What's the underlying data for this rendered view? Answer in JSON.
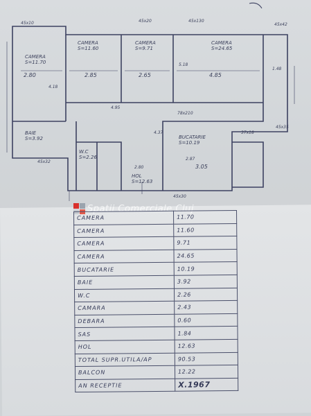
{
  "watermark": {
    "text": "Spatii Comerciale Cluj",
    "logo_colors": [
      "#d9302c",
      "#9aa3ad",
      "#c8ccd1",
      "#e25a4b"
    ]
  },
  "plan": {
    "rooms": [
      {
        "name": "CAMERA",
        "area": "S=11.70"
      },
      {
        "name": "CAMERA",
        "area": "S=11.60"
      },
      {
        "name": "CAMERA",
        "area": "S=9.71"
      },
      {
        "name": "CAMERA",
        "area": "S=24.65"
      },
      {
        "name": "BAIE",
        "area": "S=3.92"
      },
      {
        "name": "W.C",
        "area": "S=2.26"
      },
      {
        "name": "BUCATARIE",
        "area": "S=10.19"
      },
      {
        "name": "HOL",
        "area": "S=12.63"
      }
    ],
    "dims": [
      "45x10",
      "45x20",
      "45x130",
      "45x42",
      "2.80",
      "2.85",
      "2.65",
      "4.85",
      "4.95",
      "1.48",
      "4.18",
      "5.18",
      "78x210",
      "45x35",
      "45x32",
      "45x30",
      "2.80",
      "3.05",
      "4.37",
      "2.87",
      "37x18"
    ]
  },
  "table": {
    "rows": [
      {
        "label": "CAMERA",
        "value": "11.70"
      },
      {
        "label": "CAMERA",
        "value": "11.60"
      },
      {
        "label": "CAMERA",
        "value": "9.71"
      },
      {
        "label": "CAMERA",
        "value": "24.65"
      },
      {
        "label": "BUCATARIE",
        "value": "10.19"
      },
      {
        "label": "BAIE",
        "value": "3.92"
      },
      {
        "label": "W.C",
        "value": "2.26"
      },
      {
        "label": "CAMARA",
        "value": "2.43"
      },
      {
        "label": "DEBARA",
        "value": "0.60"
      },
      {
        "label": "SAS",
        "value": "1.84"
      },
      {
        "label": "HOL",
        "value": "12.63"
      },
      {
        "label": "TOTAL SUPR.UTILA/AP",
        "value": "90.53"
      },
      {
        "label": "BALCON",
        "value": "12.22"
      },
      {
        "label": "AN RECEPTIE",
        "value": "X.1967"
      }
    ]
  }
}
